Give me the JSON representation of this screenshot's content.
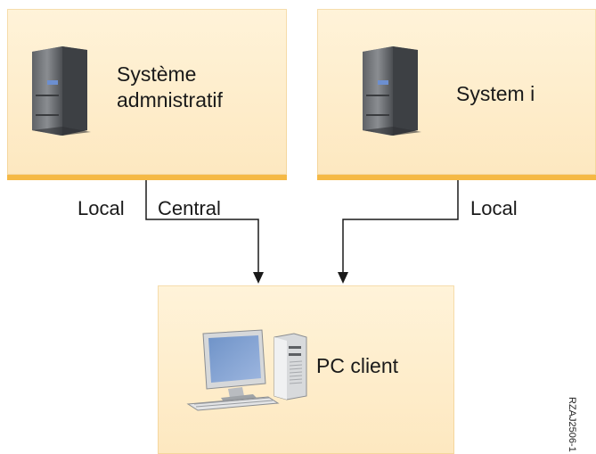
{
  "nodes": {
    "admin_system": {
      "line1": "Système",
      "line2": "admnistratif",
      "icon": "server-tower-icon"
    },
    "system_i": {
      "label": "System i",
      "icon": "server-tower-icon"
    },
    "pc_client": {
      "label": "PC client",
      "icon": "desktop-pc-icon"
    }
  },
  "edges": {
    "left_local": "Local",
    "central": "Central",
    "right_local": "Local"
  },
  "figure_id": "RZAJ2506-1",
  "colors": {
    "box_fill_top": "#fff3d9",
    "box_fill_bottom": "#fde8c0",
    "box_border": "#f5b945",
    "line": "#1a1a1a"
  }
}
